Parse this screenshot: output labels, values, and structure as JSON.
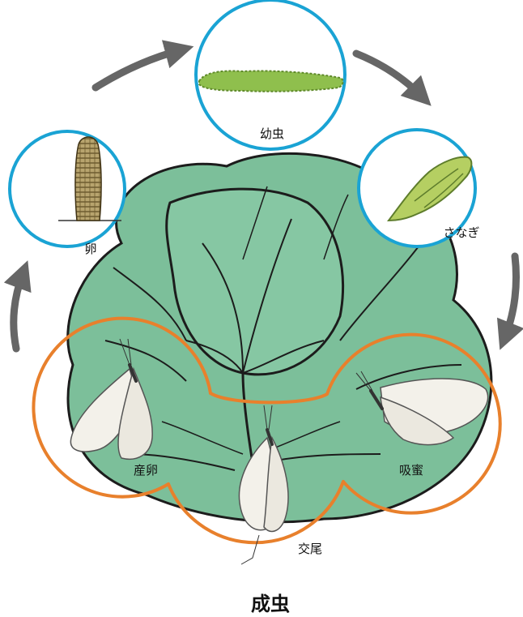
{
  "stages": {
    "egg": "卵",
    "larva": "幼虫",
    "pupa": "さなぎ",
    "oviposition": "産卵",
    "mating": "交尾",
    "nectar_feeding": "吸蜜",
    "adult": "成虫"
  },
  "colors": {
    "juvenile_ring": "#1aa3d4",
    "adult_ring": "#e8802c",
    "cycle_arrow": "#666666",
    "cabbage_leaf": "#7cbf9a",
    "leaf_vein": "#1c1c1c",
    "butterfly_wing": "#f3f1ea",
    "caterpillar": "#8fbf4d",
    "pupa": "#b5cf62",
    "egg": "#a59260"
  }
}
